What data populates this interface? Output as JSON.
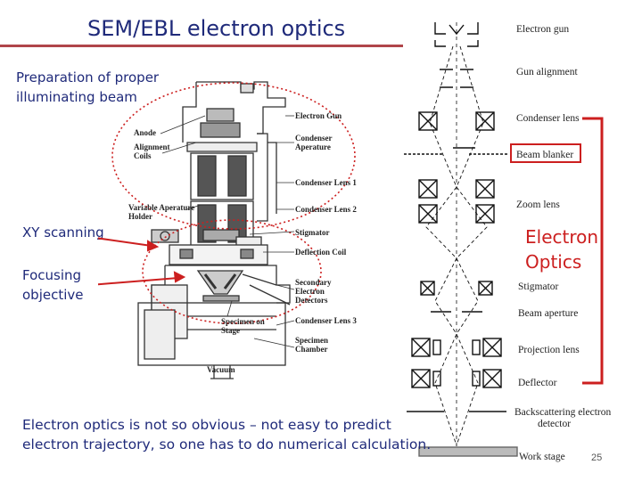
{
  "slide": {
    "title": "SEM/EBL electron optics",
    "page_number": "25"
  },
  "left_labels": {
    "prep_beam": [
      "Preparation of proper",
      "illuminating beam"
    ],
    "xy_scanning": "XY scanning",
    "focusing_objective": [
      "Focusing",
      "objective"
    ]
  },
  "sem_column_labels": {
    "electron_gun": "Electron Gun",
    "anode": "Anode",
    "alignment_coils": [
      "Alignment",
      "Coils"
    ],
    "condenser_aperature": [
      "Condenser",
      "Aperature"
    ],
    "condenser_lens_1": "Condenser Lens 1",
    "variable_aperature_holder": [
      "Variable Aperature",
      "Holder"
    ],
    "condenser_lens_2": "Condenser Lens 2",
    "stigmator": "Stigmator",
    "deflection_coil": "Deflection Coil",
    "secondary_electron_detectors": [
      "Secondary",
      "Electron",
      "Detectors"
    ],
    "specimen_on_stage": [
      "Specimen on",
      "Stage"
    ],
    "condenser_lens_3": "Condenser Lens 3",
    "specimen_chamber": [
      "Specimen",
      "Chamber"
    ],
    "vacuum": "Vacuum"
  },
  "optics_labels": {
    "electron_gun": "Electron gun",
    "gun_alignment": "Gun alignment",
    "condenser_lens": "Condenser lens",
    "beam_blanker": "Beam blanker",
    "zoom_lens": "Zoom lens",
    "stigmator": "Stigmator",
    "beam_aperture": "Beam aperture",
    "projection_lens": "Projection lens",
    "deflector": "Deflector",
    "backscattering_detector": [
      "Backscattering electron",
      "detector"
    ],
    "work_stage": "Work stage"
  },
  "electron_optics_label": [
    "Electron",
    "Optics"
  ],
  "bottom_note": [
    "Electron optics is not so obvious – not easy to predict",
    "electron trajectory, so one has to do numerical calculation."
  ],
  "colors": {
    "title_blue": "#1f2a7a",
    "accent_red": "#cc1f1f",
    "rule_red": "#b0454a"
  }
}
